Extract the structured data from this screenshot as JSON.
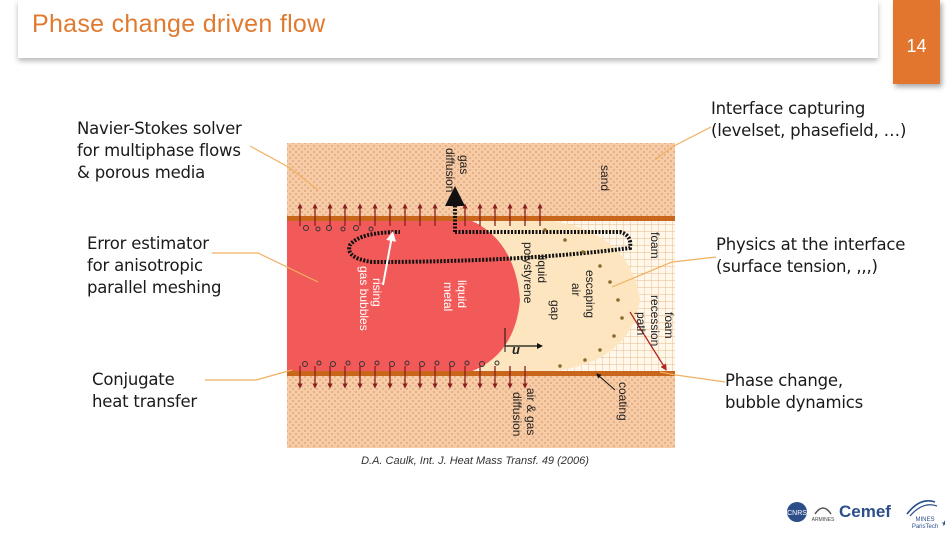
{
  "slide": {
    "title": "Phase change driven flow",
    "page_number": "14"
  },
  "labels": {
    "left": [
      [
        "Navier-Stokes solver",
        "for multiphase flows",
        "& porous media"
      ],
      [
        "Error estimator",
        "for anisotropic",
        "parallel meshing"
      ],
      [
        "Conjugate",
        "heat transfer"
      ]
    ],
    "right": [
      [
        "Interface capturing",
        "(levelset, phasefield, …)"
      ],
      [
        "Physics at the interface",
        "(surface tension, ,,,)"
      ],
      [
        "Phase change,",
        "bubble dynamics"
      ]
    ]
  },
  "figure": {
    "sand": "sand",
    "gas_diffusion": [
      "gas",
      "diffusion"
    ],
    "foam": "foam",
    "rising_bubbles": [
      "rising",
      "gas bubbles"
    ],
    "liquid_metal": [
      "liquid",
      "metal"
    ],
    "liquid_polystyrene": [
      "liquid",
      "polystyrene"
    ],
    "gap": "gap",
    "escaping_air": [
      "escaping",
      "air"
    ],
    "foam_recession": [
      "foam",
      "recession",
      "path"
    ],
    "velocity": "u",
    "air_gas_diffusion": [
      "air & gas",
      "diffusion"
    ],
    "coating": "coating"
  },
  "caption": "D.A. Caulk, Int. J. Heat Mass Transf. 49 (2006)",
  "logos": {
    "cnrs": "CNRS",
    "armines": "ARMINES",
    "cemef": "Cemef",
    "mines": "MINES",
    "paristech": "ParisTech"
  },
  "colors": {
    "title": "#e07a2f",
    "page_box": "#e3762f",
    "sand": "#f6c9a4",
    "metal": "#f25a5a",
    "polystyrene": "#fde6bf",
    "coating": "#c8661b",
    "leader": "#f0b060"
  }
}
